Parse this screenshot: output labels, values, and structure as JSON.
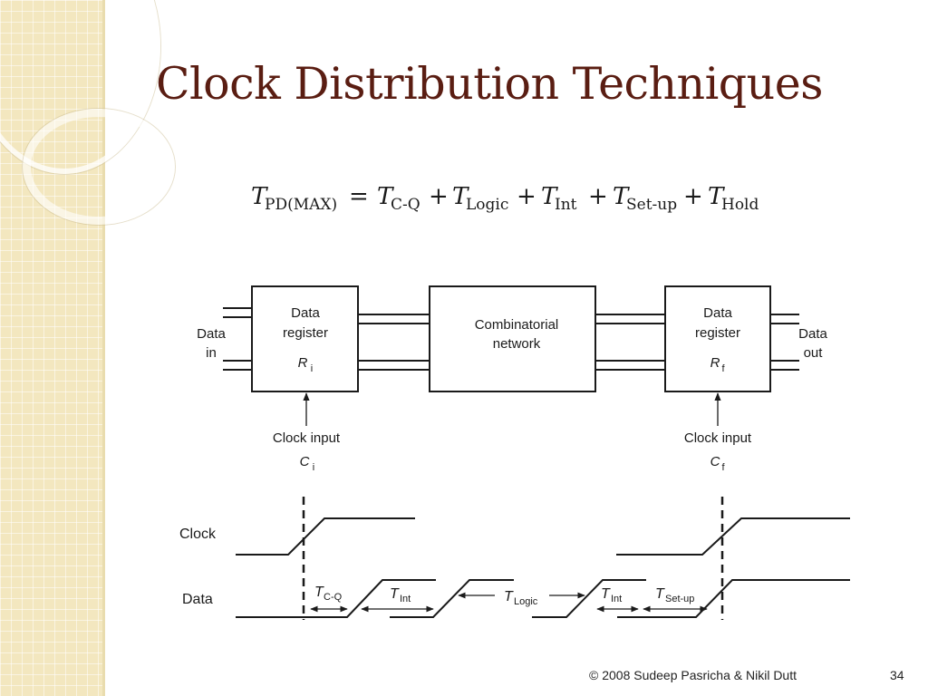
{
  "slide": {
    "title": "Clock Distribution Techniques",
    "copyright": "© 2008 Sudeep Pasricha  & Nikil Dutt",
    "page_number": "34"
  },
  "equation": {
    "lhs_symbol": "T",
    "lhs_subscript": "PD(MAX)",
    "equals": "=",
    "plus": "+",
    "terms": [
      {
        "symbol": "T",
        "subscript": "C-Q"
      },
      {
        "symbol": "T",
        "subscript": "Logic"
      },
      {
        "symbol": "T",
        "subscript": "Int"
      },
      {
        "symbol": "T",
        "subscript": "Set-up"
      },
      {
        "symbol": "T",
        "subscript": "Hold"
      }
    ]
  },
  "block_diagram": {
    "data_in": [
      "Data",
      "in"
    ],
    "data_out": [
      "Data",
      "out"
    ],
    "source_register": {
      "lines": [
        "Data",
        "register"
      ],
      "symbol": "R",
      "subscript": "i"
    },
    "network": {
      "lines": [
        "Combinatorial",
        "network"
      ]
    },
    "dest_register": {
      "lines": [
        "Data",
        "register"
      ],
      "symbol": "R",
      "subscript": "f"
    },
    "source_clock": {
      "label": "Clock input",
      "symbol": "C",
      "subscript": "i"
    },
    "dest_clock": {
      "label": "Clock input",
      "symbol": "C",
      "subscript": "f"
    }
  },
  "timing": {
    "clock_label": "Clock",
    "data_label": "Data",
    "intervals": [
      {
        "symbol": "T",
        "subscript": "C-Q"
      },
      {
        "symbol": "T",
        "subscript": "Int"
      },
      {
        "symbol": "T",
        "subscript": "Logic"
      },
      {
        "symbol": "T",
        "subscript": "Int"
      },
      {
        "symbol": "T",
        "subscript": "Set-up"
      }
    ]
  },
  "colors": {
    "title": "#5a1d12",
    "sidebar": "#f3e7bf",
    "ink": "#1a1a1a"
  }
}
